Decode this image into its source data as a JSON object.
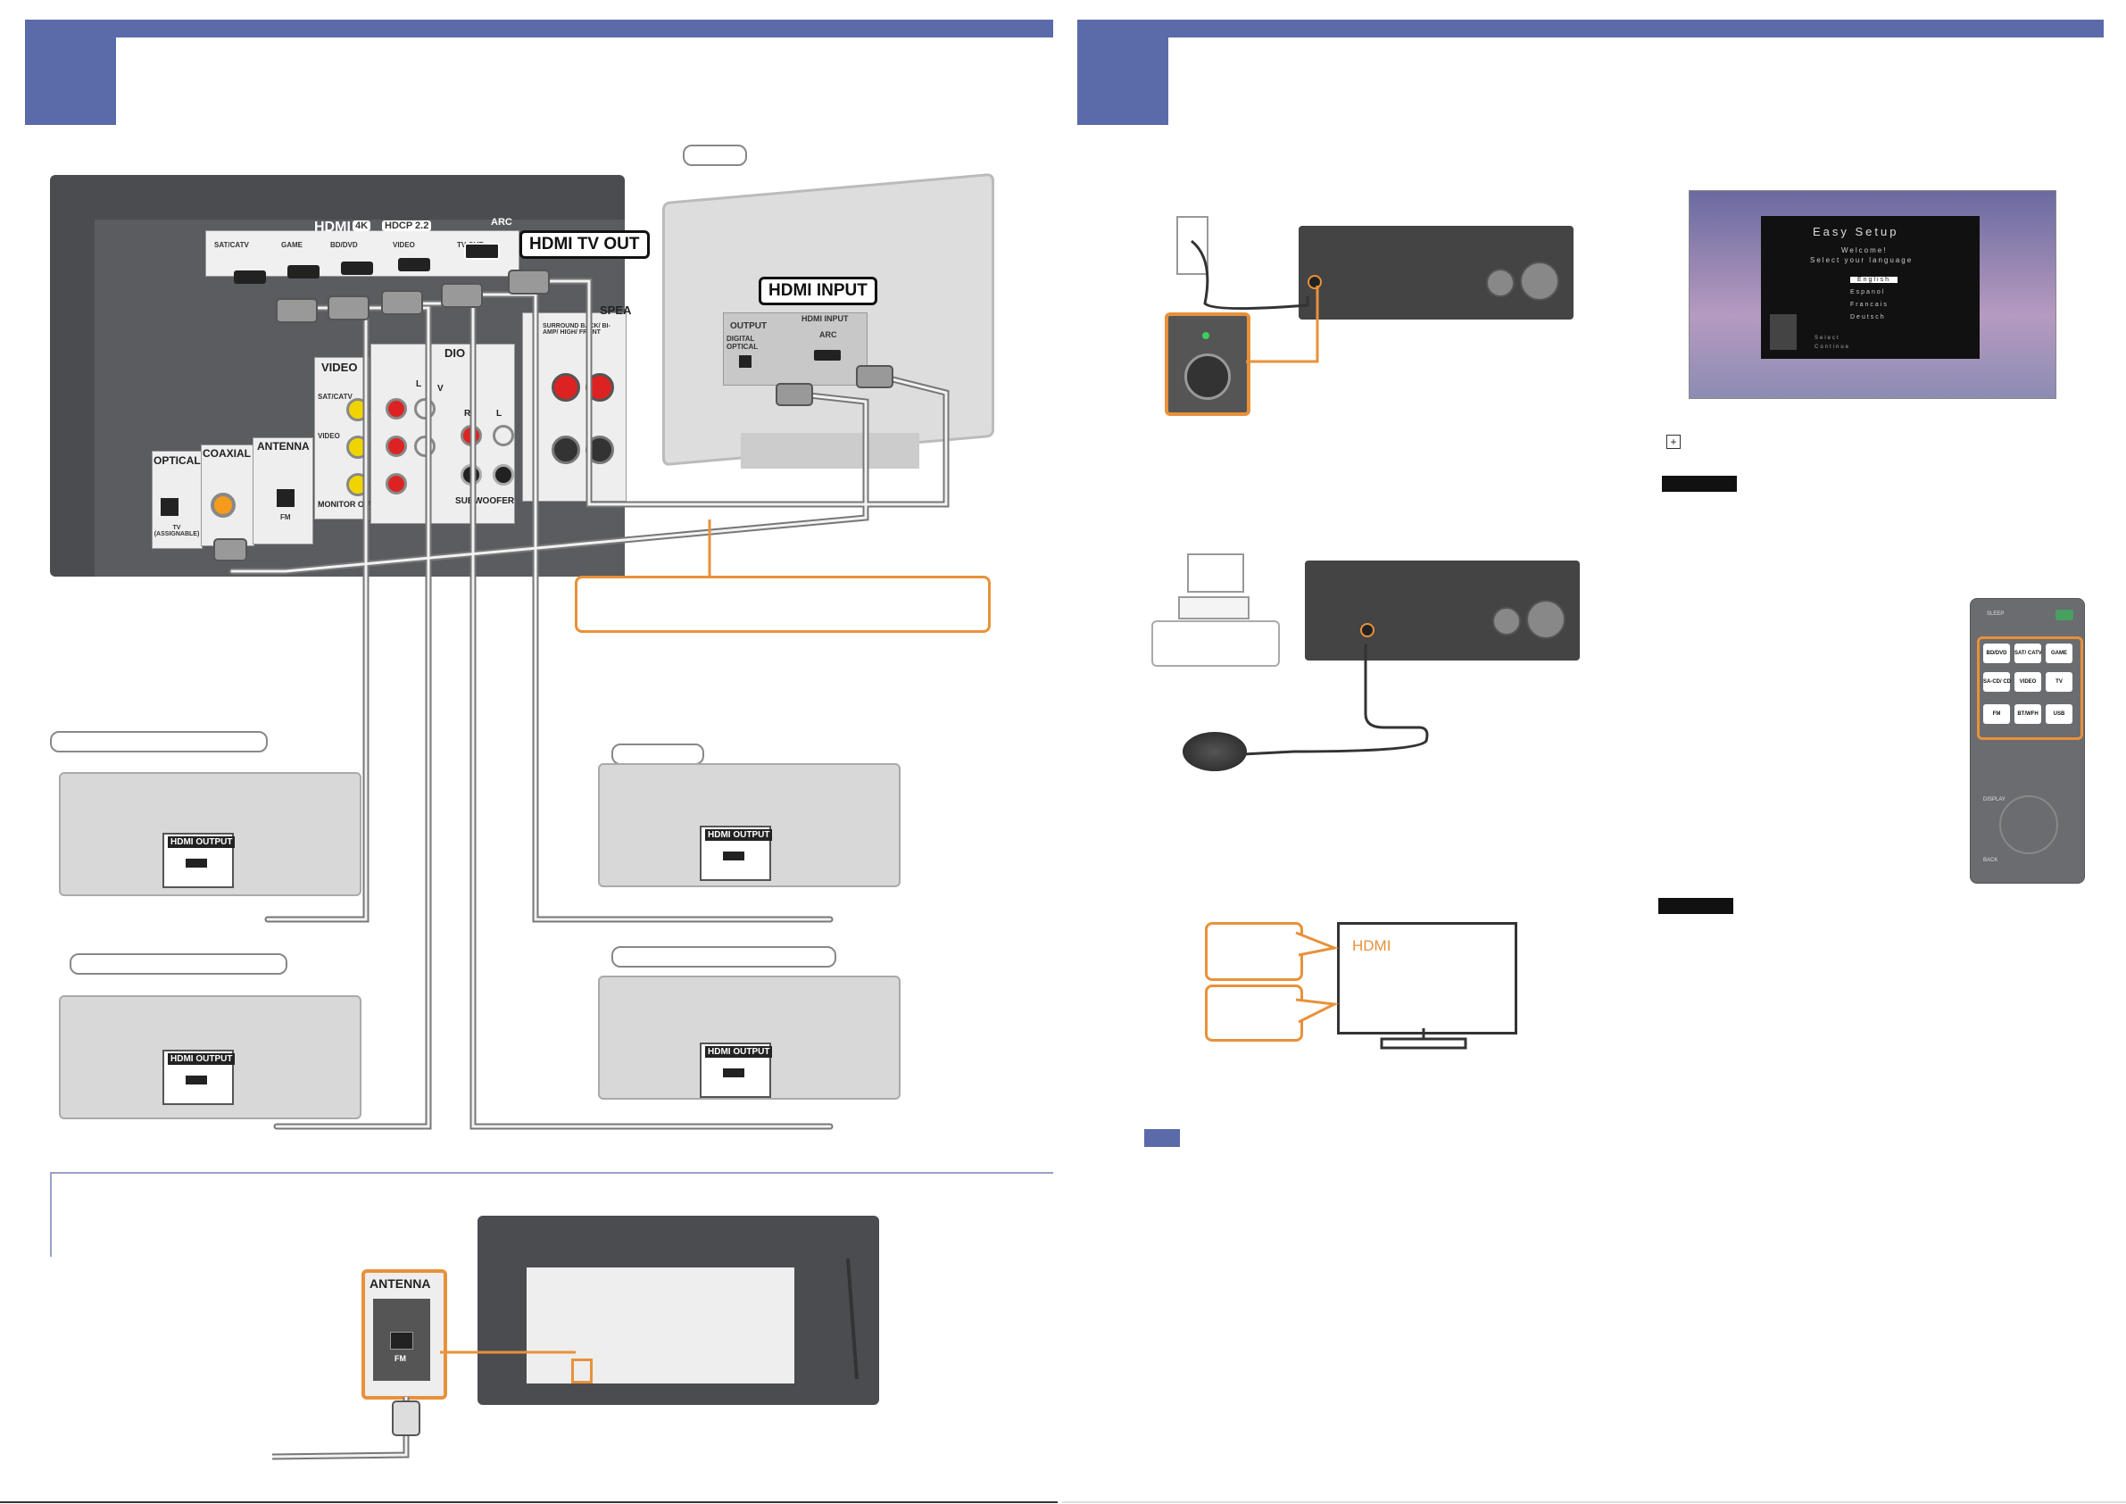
{
  "rear_panel": {
    "hdmi_title": "HDMI",
    "hdmi_badge_4k": "4K",
    "hdmi_badge_hdcp": "HDCP 2.2",
    "hdmi_arc": "ARC",
    "hdmi_tv_out_small": "TV OUT",
    "hdmi_ports": [
      "SAT/CATV",
      "GAME",
      "BD/DVD",
      "VIDEO"
    ],
    "hdmi_tv_out_callout": "HDMI TV OUT",
    "video_label": "VIDEO",
    "video_sub_labels": [
      "SAT/CATV",
      "VIDEO"
    ],
    "monitor_out": "MONITOR OUT",
    "audio_label": "DIO",
    "optical_label": "OPTICAL",
    "optical_sub": "TV (ASSIGNABLE)",
    "coaxial_label": "COAXIAL",
    "antenna_label": "ANTENNA",
    "fm_label": "FM",
    "speakers_label": "SPEA",
    "surround_label": "SURROUND BACK/ BI-AMP/ HIGH/ FRONT",
    "subwoofer_label": "SUBWOOFER",
    "audio_letters": [
      "L",
      "R",
      "L",
      "V"
    ]
  },
  "tv": {
    "hdmi_input_callout": "HDMI INPUT",
    "output_label": "OUTPUT",
    "digital_optical": "DIGITAL OPTICAL",
    "hdmi_input_small": "HDMI INPUT",
    "arc_small": "ARC"
  },
  "devices": {
    "hdmi_output_label": "HDMI OUTPUT"
  },
  "antenna_detail": {
    "antenna_label": "ANTENNA",
    "fm_label": "FM"
  },
  "easy_setup": {
    "title": "Easy Setup",
    "welcome": "Welcome!",
    "prompt": "Select your language",
    "languages": [
      "English",
      "Espanol",
      "Francais",
      "Deutsch"
    ],
    "hints": [
      "Select",
      "Continue"
    ]
  },
  "tv_screen": {
    "text": "HDMI"
  },
  "remote": {
    "buttons": [
      "BD/DVD",
      "SAT/ CATV",
      "GAME",
      "SA-CD/ CD",
      "VIDEO",
      "TV",
      "FM",
      "BT/WFH",
      "USB"
    ],
    "small_labels": [
      "SLEEP",
      "DISPLAY",
      "BACK"
    ]
  },
  "colors": {
    "header_blue": "#5b6aa8",
    "accent_orange": "#e8913a",
    "panel_dark": "#4a4c50"
  },
  "icons": [
    "plus-icon"
  ]
}
